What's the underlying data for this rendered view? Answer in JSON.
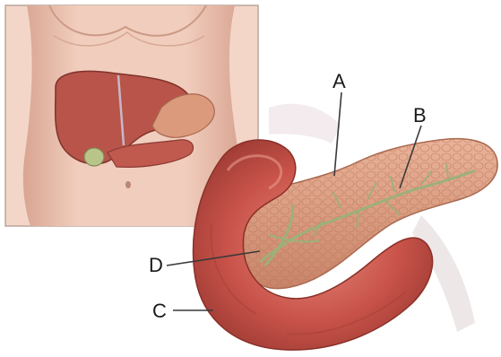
{
  "labels": {
    "a": "A",
    "b": "B",
    "c": "C",
    "d": "D"
  },
  "colors": {
    "background": "#ffffff",
    "skin": "#ecc3b1",
    "liver": "#b8544a",
    "gallbladder": "#b9c48a",
    "pancreas": "#dc9a7d",
    "duodenum": "#c9534a",
    "duct": "#9cb07a"
  }
}
